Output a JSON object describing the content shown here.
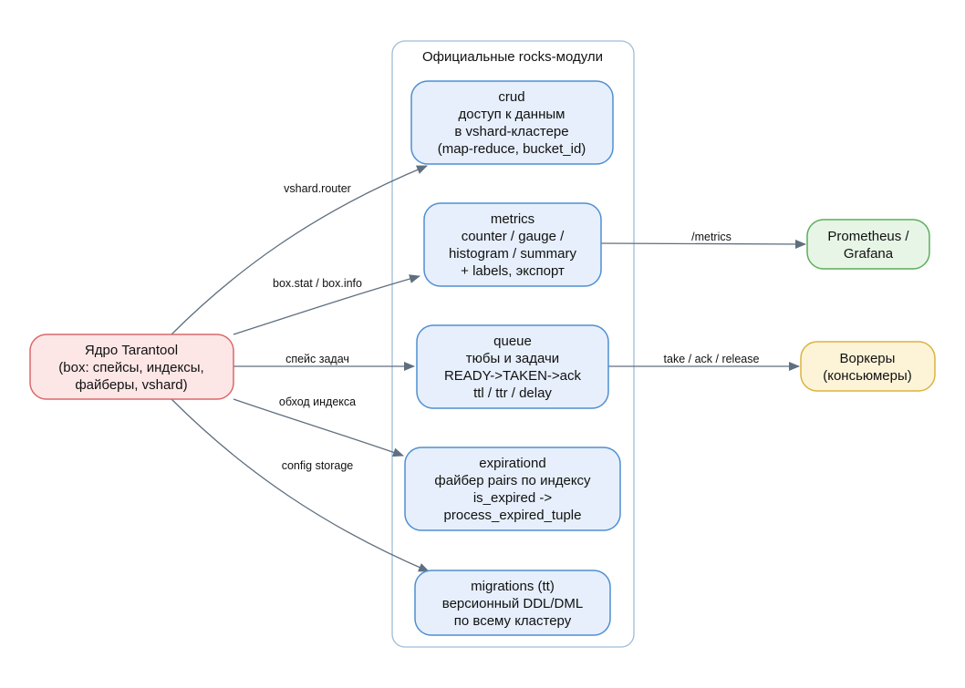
{
  "cluster": {
    "title": "Официальные rocks-модули"
  },
  "nodes": {
    "core": {
      "lines": [
        "Ядро Tarantool",
        "(box: спейсы, индексы,",
        "файберы, vshard)"
      ]
    },
    "crud": {
      "lines": [
        "crud",
        "доступ к данным",
        "в vshard-кластере",
        "(map-reduce, bucket_id)"
      ]
    },
    "metrics": {
      "lines": [
        "metrics",
        "counter / gauge /",
        "histogram / summary",
        "+ labels, экспорт"
      ]
    },
    "queue": {
      "lines": [
        "queue",
        "тюбы и задачи",
        "READY->TAKEN->ack",
        "ttl / ttr / delay"
      ]
    },
    "expirationd": {
      "lines": [
        "expirationd",
        "файбер pairs по индексу",
        "is_expired ->",
        "process_expired_tuple"
      ]
    },
    "migrations": {
      "lines": [
        "migrations (tt)",
        "версионный DDL/DML",
        "по всему кластеру"
      ]
    },
    "prometheus": {
      "lines": [
        "Prometheus /",
        "Grafana"
      ]
    },
    "workers": {
      "lines": [
        "Воркеры",
        "(консьюмеры)"
      ]
    }
  },
  "edges": {
    "core_crud": "vshard.router",
    "core_metrics": "box.stat / box.info",
    "core_queue": "спейс задач",
    "core_expirationd": "обход индекса",
    "core_migrations": "config storage",
    "metrics_prometheus": "/metrics",
    "queue_workers": "take / ack / release"
  },
  "colors": {
    "core": "#d9686b",
    "module": "#4f8fd1",
    "prometheus": "#5cae5a",
    "workers": "#dcb240",
    "edge": "#5f6f7f",
    "cluster": "#9fbcd6"
  }
}
